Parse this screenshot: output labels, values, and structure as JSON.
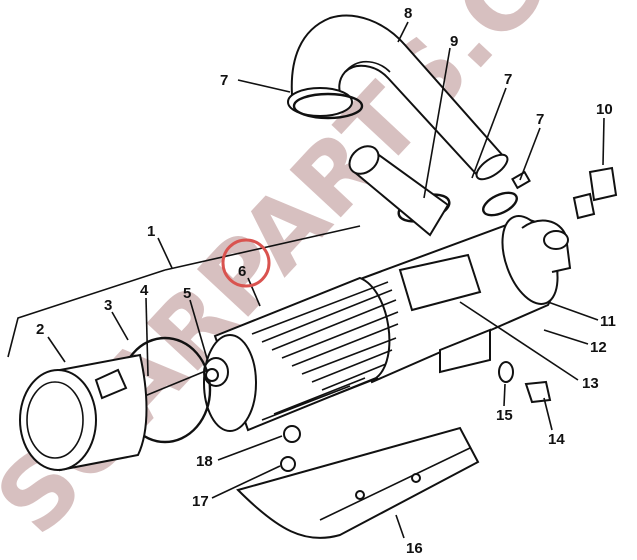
{
  "diagram": {
    "callouts": {
      "c1": "1",
      "c2": "2",
      "c3": "3",
      "c4": "4",
      "c5": "5",
      "c6": "6",
      "c7a": "7",
      "c7b": "7",
      "c7c": "7",
      "c8": "8",
      "c9": "9",
      "c10": "10",
      "c11": "11",
      "c12": "12",
      "c13": "13",
      "c14": "14",
      "c15": "15",
      "c16": "16",
      "c17": "17",
      "c18": "18"
    },
    "highlight_color": "#d9534f",
    "watermark": "SOARPARTS.COM"
  }
}
